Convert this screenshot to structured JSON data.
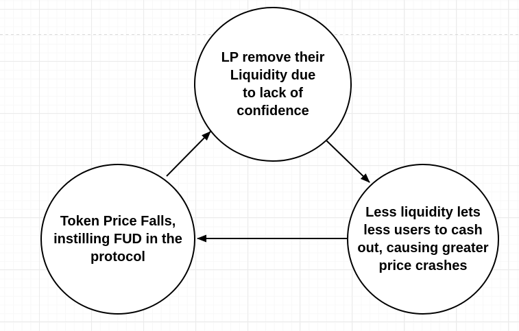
{
  "canvas": {
    "background_color": "#ffffff",
    "grid": {
      "minor_color": "#f8f8f8",
      "major_color": "#ebebeb"
    },
    "page_break": {
      "y": 50,
      "style": "dashed",
      "color": "#d8d8d8"
    }
  },
  "style": {
    "node_fill": "#ffffff",
    "node_stroke": "#000000",
    "edge_color": "#000000",
    "text_color": "#000000"
  },
  "nodes": {
    "top": {
      "shape": "ellipse",
      "label": "LP remove their\nLiquidity due\nto lack of\nconfidence"
    },
    "right": {
      "shape": "ellipse",
      "label": "Less liquidity lets\nless users to cash\nout, causing greater\nprice crashes"
    },
    "left": {
      "shape": "ellipse",
      "label": "Token Price Falls,\ninstilling FUD in the\nprotocol"
    }
  },
  "edges": [
    {
      "from": "left",
      "to": "top",
      "arrow": "filled-triangle"
    },
    {
      "from": "top",
      "to": "right",
      "arrow": "filled-triangle"
    },
    {
      "from": "right",
      "to": "left",
      "arrow": "filled-triangle"
    }
  ]
}
